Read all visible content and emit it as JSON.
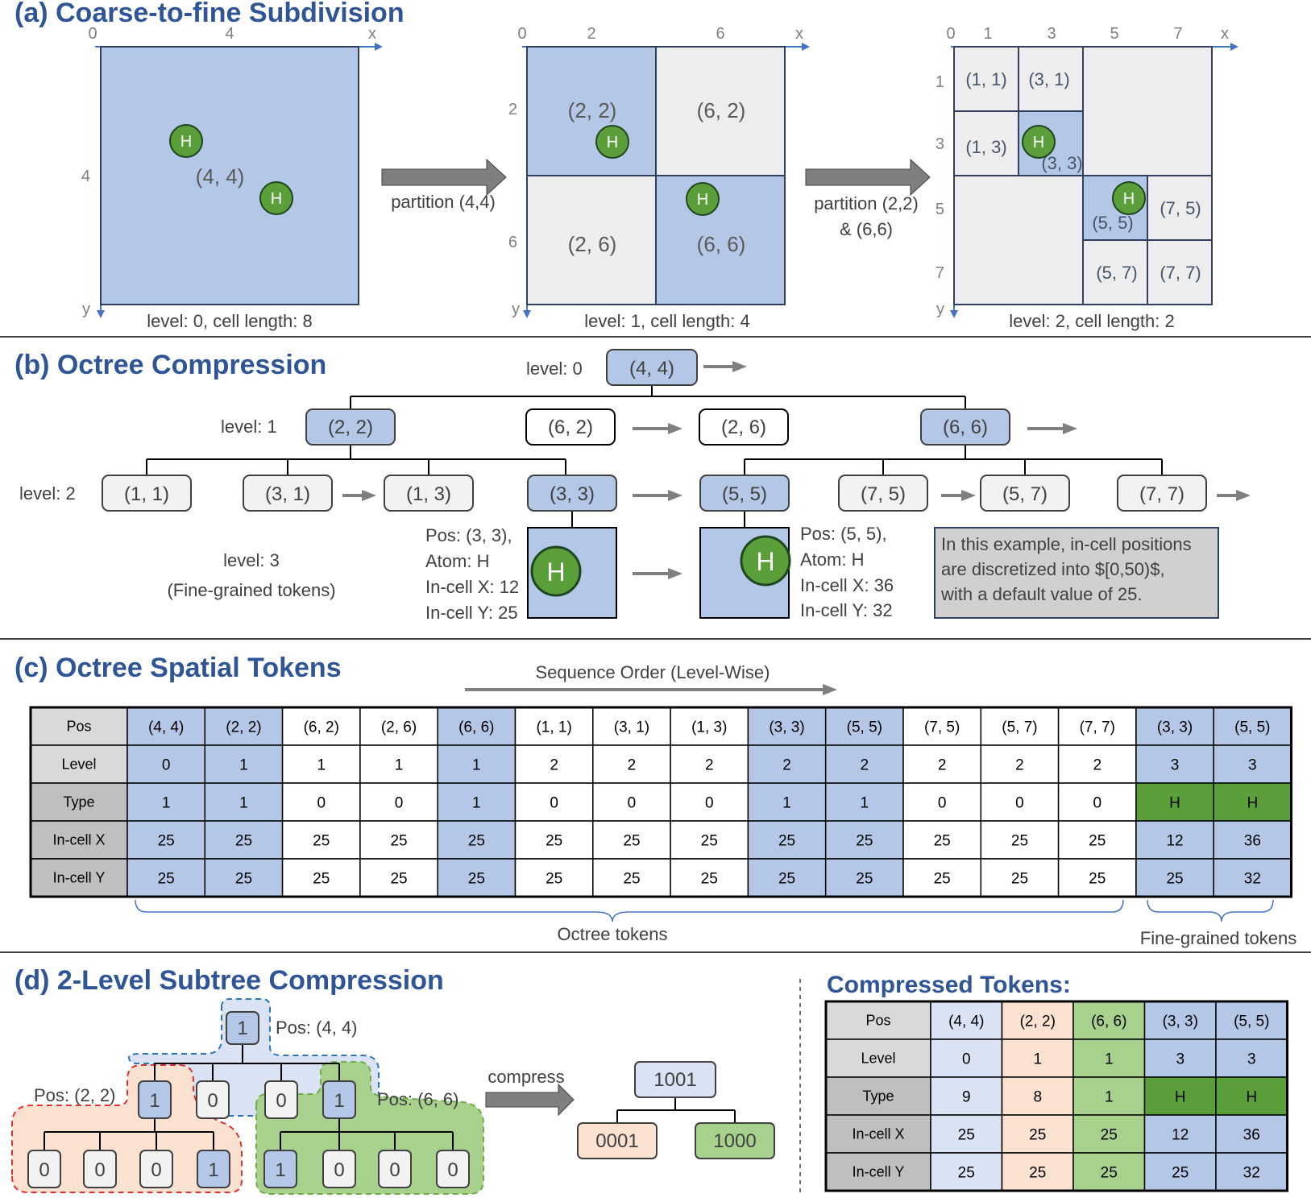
{
  "panel_a": {
    "title": "(a) Coarse-to-fine Subdivision",
    "axis_x": "x",
    "axis_y": "y",
    "grid1": {
      "x_ticks": [
        "0",
        "4"
      ],
      "y_ticks": [
        "4"
      ],
      "cell": "(4, 4)",
      "caption": "level: 0, cell length: 8"
    },
    "arrow1": "partition (4,4)",
    "grid2": {
      "x_ticks": [
        "0",
        "2",
        "6"
      ],
      "y_ticks": [
        "2",
        "6"
      ],
      "cells": [
        "(2, 2)",
        "(6, 2)",
        "(2, 6)",
        "(6, 6)"
      ],
      "caption": "level: 1, cell length: 4"
    },
    "arrow2": [
      "partition (2,2)",
      "& (6,6)"
    ],
    "grid3": {
      "x_ticks": [
        "0",
        "1",
        "3",
        "5",
        "7"
      ],
      "y_ticks": [
        "1",
        "3",
        "5",
        "7"
      ],
      "cells": [
        "(1, 1)",
        "(3, 1)",
        "(1, 3)",
        "(3, 3)",
        "(5, 5)",
        "(7, 5)",
        "(5, 7)",
        "(7, 7)"
      ],
      "caption": "level: 2, cell length: 2"
    },
    "atom": "H"
  },
  "panel_b": {
    "title": "(b) Octree Compression",
    "levels": [
      "level: 0",
      "level: 1",
      "level: 2",
      "level: 3",
      "(Fine-grained tokens)"
    ],
    "root": "(4, 4)",
    "l1": [
      "(2, 2)",
      "(6, 2)",
      "(2, 6)",
      "(6, 6)"
    ],
    "l2": [
      "(1, 1)",
      "(3, 1)",
      "(1, 3)",
      "(3, 3)",
      "(5, 5)",
      "(7, 5)",
      "(5, 7)",
      "(7, 7)"
    ],
    "fine1": [
      "Pos: (3, 3),",
      "Atom: H",
      "In-cell X: 12",
      "In-cell Y: 25"
    ],
    "fine2": [
      "Pos: (5, 5),",
      "Atom: H",
      "In-cell X: 36",
      "In-cell Y: 32"
    ],
    "note": [
      "In this example, in-cell positions",
      "are discretized into $[0,50)$,",
      "with a default value of 25."
    ],
    "atom": "H"
  },
  "panel_c": {
    "title": "(c) Octree Spatial Tokens",
    "sequence_label": "Sequence Order (Level-Wise)",
    "row_headers": [
      "Pos",
      "Level",
      "Type",
      "In-cell X",
      "In-cell Y"
    ],
    "columns": [
      {
        "pos": "(4, 4)",
        "level": "0",
        "type": "1",
        "x": "25",
        "y": "25",
        "style": "blue"
      },
      {
        "pos": "(2, 2)",
        "level": "1",
        "type": "1",
        "x": "25",
        "y": "25",
        "style": "blue"
      },
      {
        "pos": "(6, 2)",
        "level": "1",
        "type": "0",
        "x": "25",
        "y": "25",
        "style": "white"
      },
      {
        "pos": "(2, 6)",
        "level": "1",
        "type": "0",
        "x": "25",
        "y": "25",
        "style": "white"
      },
      {
        "pos": "(6, 6)",
        "level": "1",
        "type": "1",
        "x": "25",
        "y": "25",
        "style": "blue"
      },
      {
        "pos": "(1, 1)",
        "level": "2",
        "type": "0",
        "x": "25",
        "y": "25",
        "style": "white"
      },
      {
        "pos": "(3, 1)",
        "level": "2",
        "type": "0",
        "x": "25",
        "y": "25",
        "style": "white"
      },
      {
        "pos": "(1, 3)",
        "level": "2",
        "type": "0",
        "x": "25",
        "y": "25",
        "style": "white"
      },
      {
        "pos": "(3, 3)",
        "level": "2",
        "type": "1",
        "x": "25",
        "y": "25",
        "style": "blue"
      },
      {
        "pos": "(5, 5)",
        "level": "2",
        "type": "1",
        "x": "25",
        "y": "25",
        "style": "blue"
      },
      {
        "pos": "(7, 5)",
        "level": "2",
        "type": "0",
        "x": "25",
        "y": "25",
        "style": "white"
      },
      {
        "pos": "(5, 7)",
        "level": "2",
        "type": "0",
        "x": "25",
        "y": "25",
        "style": "white"
      },
      {
        "pos": "(7, 7)",
        "level": "2",
        "type": "0",
        "x": "25",
        "y": "25",
        "style": "white"
      },
      {
        "pos": "(3, 3)",
        "level": "3",
        "type": "H",
        "x": "12",
        "y": "25",
        "style": "fine"
      },
      {
        "pos": "(5, 5)",
        "level": "3",
        "type": "H",
        "x": "36",
        "y": "32",
        "style": "fine"
      }
    ],
    "brace_octree": "Octree tokens",
    "brace_fine": "Fine-grained tokens"
  },
  "panel_d": {
    "title": "(d) 2-Level Subtree Compression",
    "tree": {
      "root": "1",
      "l1": [
        "1",
        "0",
        "0",
        "1"
      ],
      "left_children": [
        "0",
        "0",
        "0",
        "1"
      ],
      "right_children": [
        "1",
        "0",
        "0",
        "0"
      ],
      "pos_root": "Pos: (4, 4)",
      "pos_left": "Pos: (2, 2)",
      "pos_right": "Pos: (6, 6)"
    },
    "compress": "compress",
    "compressed_tree": {
      "root": "1001",
      "left": "0001",
      "right": "1000"
    },
    "table_title": "Compressed Tokens:",
    "row_headers": [
      "Pos",
      "Level",
      "Type",
      "In-cell X",
      "In-cell Y"
    ],
    "columns": [
      {
        "pos": "(4, 4)",
        "level": "0",
        "type": "9",
        "x": "25",
        "y": "25",
        "style": "lightblue"
      },
      {
        "pos": "(2, 2)",
        "level": "1",
        "type": "8",
        "x": "25",
        "y": "25",
        "style": "peach"
      },
      {
        "pos": "(6, 6)",
        "level": "1",
        "type": "1",
        "x": "25",
        "y": "25",
        "style": "lightgreen"
      },
      {
        "pos": "(3, 3)",
        "level": "3",
        "type": "H",
        "x": "12",
        "y": "25",
        "style": "fine"
      },
      {
        "pos": "(5, 5)",
        "level": "3",
        "type": "H",
        "x": "36",
        "y": "32",
        "style": "fine"
      }
    ]
  },
  "colors": {
    "title": "#2f5597",
    "cell_blue": "#b4c7e7",
    "cell_light": "#ededed",
    "atom_green": "#5b9f3a",
    "arrow_gray": "#7f7f7f",
    "note_bg": "#d0d0d0",
    "peach": "#fbe1d0",
    "light_green": "#a9d18e",
    "light_blue": "#dae3f3",
    "header_gray": "#d9d9d9",
    "header_dark": "#bfbfbf"
  }
}
